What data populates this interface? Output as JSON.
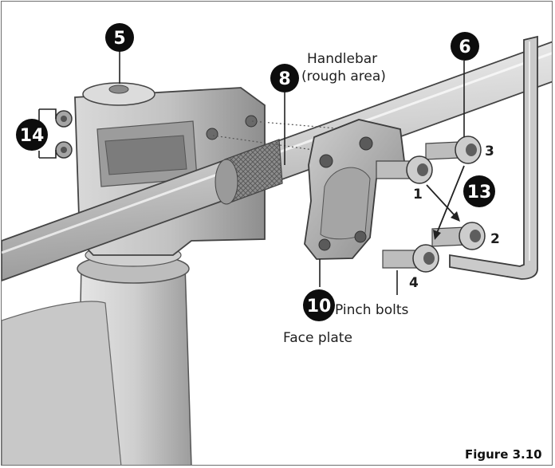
{
  "figure": {
    "caption": "Figure 3.10",
    "labels": {
      "handlebar_line1": "Handlebar",
      "handlebar_line2": "(rough area)",
      "pinch_bolts": "Pinch bolts",
      "face_plate": "Face plate"
    },
    "callouts": {
      "steerer_cap": "5",
      "handlebar": "8",
      "tool": "6",
      "face_plate": "10",
      "tightening_sequence": "13",
      "stem_bolts": "14"
    },
    "bolt_numbers": [
      "1",
      "2",
      "3",
      "4"
    ]
  },
  "colors": {
    "badge": "#0d0d0d",
    "metal_light": "#e4e4e4",
    "metal_mid": "#b9b9b9",
    "metal_dark": "#7d7d7d",
    "outline": "#4a4a4a",
    "leader": "#222222"
  }
}
